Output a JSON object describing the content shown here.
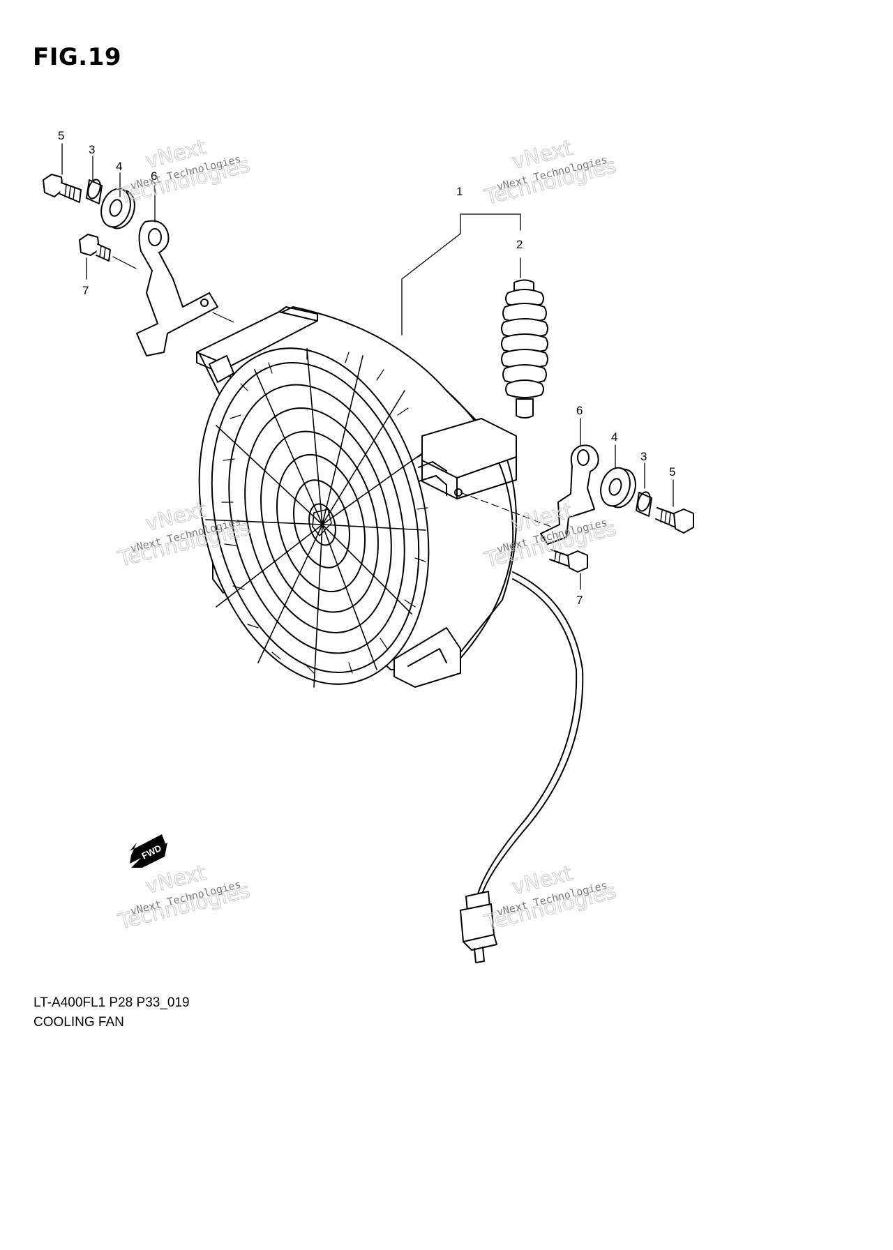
{
  "title": "FIG.19",
  "callouts": {
    "left": {
      "screw": "5",
      "collar": "3",
      "grommet": "4",
      "bracket": "6",
      "bolt": "7"
    },
    "top": {
      "fan": "1",
      "cap": "2"
    },
    "right": {
      "bracket": "6",
      "grommet": "4",
      "collar": "3",
      "screw": "5",
      "bolt": "7"
    }
  },
  "watermarks": {
    "line1": "vNext Technologies",
    "line2": "vNext",
    "line3": "Technologies"
  },
  "fwd_label": "FWD",
  "footer": {
    "code": "LT-A400FL1 P28 P33_019",
    "name": "COOLING FAN"
  }
}
